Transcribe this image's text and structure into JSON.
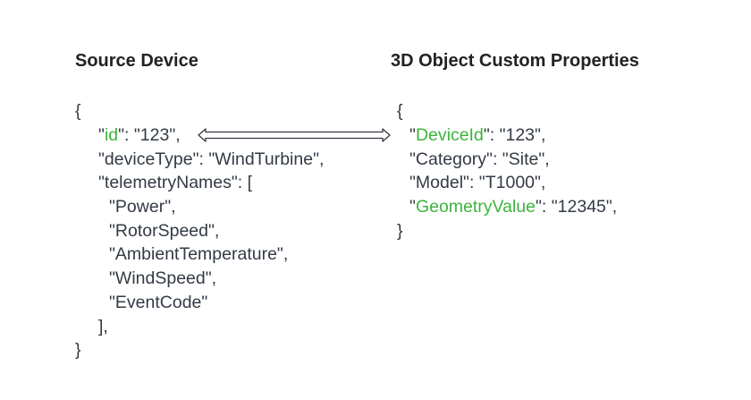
{
  "source": {
    "title": "Source Device",
    "open": "{",
    "id_q1": "\"",
    "id_key": "id",
    "id_rest": "\": \"123\",",
    "deviceType": "\"deviceType\": \"WindTurbine\",",
    "telemetryNames": "\"telemetryNames\": [",
    "telemetry": [
      "\"Power\",",
      "\"RotorSpeed\",",
      "\"AmbientTemperature\",",
      "\"WindSpeed\",",
      "\"EventCode\""
    ],
    "array_close": "],",
    "close": "}"
  },
  "target": {
    "title": "3D Object Custom Properties",
    "open": "{",
    "q": "\"",
    "deviceId_key": "DeviceId",
    "deviceId_rest": "\": \"123\",",
    "category": "\"Category\": \"Site\",",
    "model": "\"Model\": \"T1000\",",
    "geometry_key": "GeometryValue",
    "geometry_rest": "\": \"12345\",",
    "close": "}"
  },
  "colors": {
    "text": "#333a45",
    "highlight": "#3cb43c"
  }
}
